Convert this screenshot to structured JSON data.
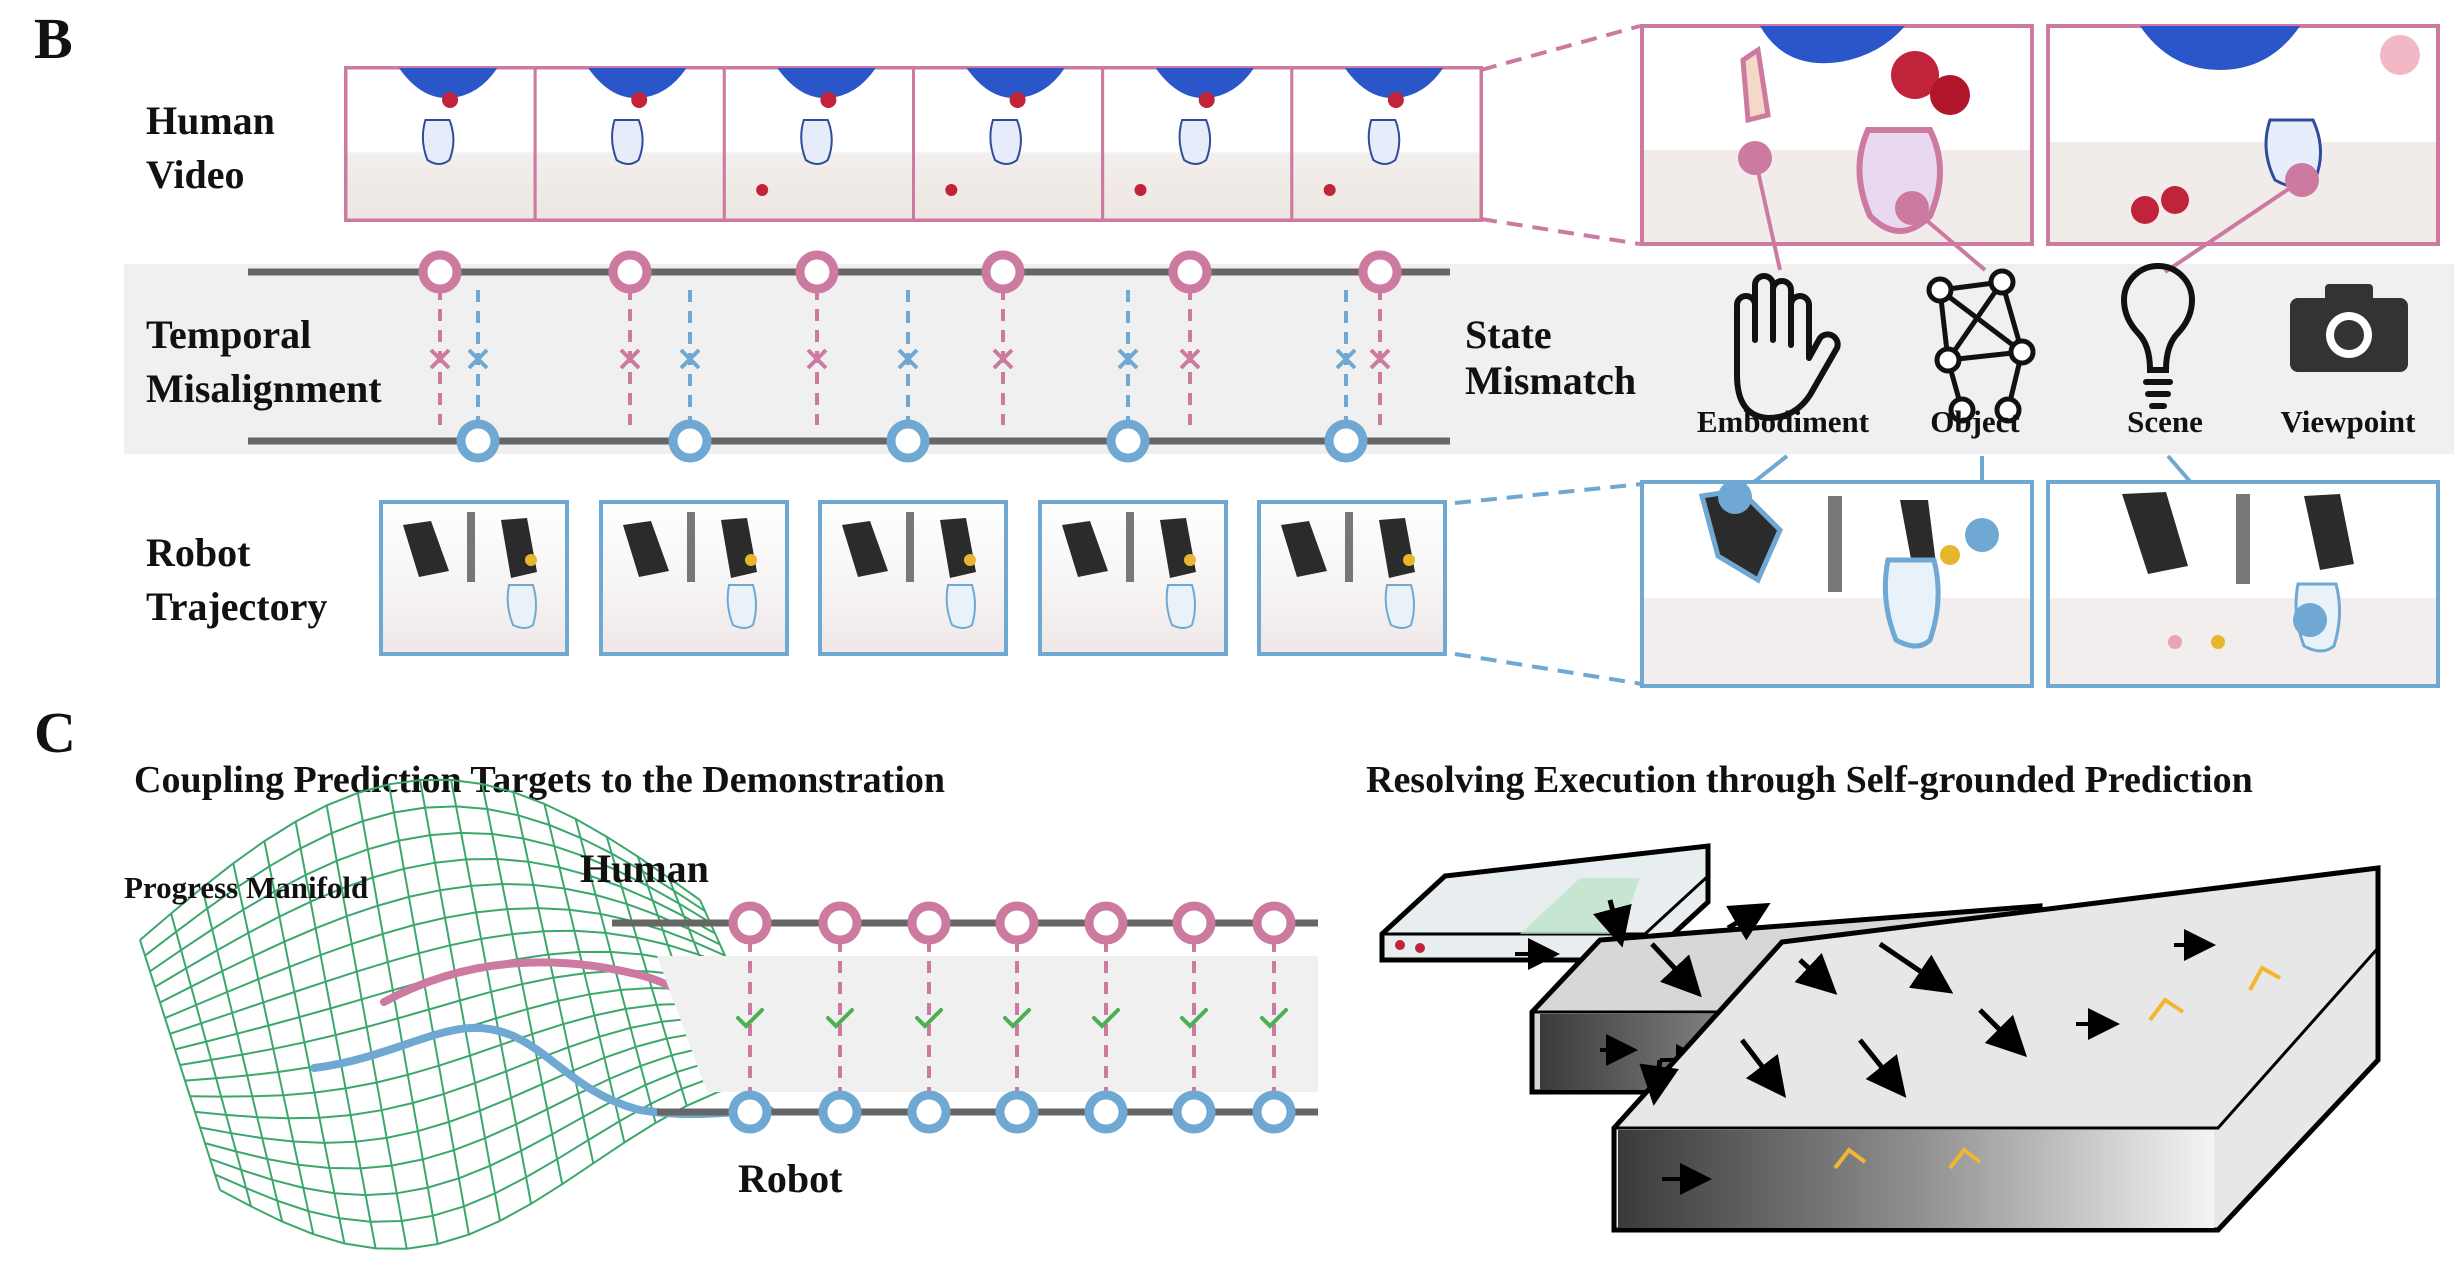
{
  "panel_b": {
    "letter": "B",
    "human_video": [
      "Human",
      "Video"
    ],
    "temporal": [
      "Temporal",
      "Misalignment"
    ],
    "robot_trajectory": [
      "Robot",
      "Trajectory"
    ],
    "state_mismatch": [
      "State",
      "Mismatch"
    ],
    "categories": [
      {
        "label": "Embodiment",
        "icon": "hand-icon"
      },
      {
        "label": "Object",
        "icon": "graph-icon"
      },
      {
        "label": "Scene",
        "icon": "lightbulb-icon"
      },
      {
        "label": "Viewpoint",
        "icon": "camera-icon"
      }
    ]
  },
  "panel_c": {
    "letter": "C",
    "left_title": "Coupling Prediction Targets to the Demonstration",
    "right_title": "Resolving Execution through Self-grounded Prediction",
    "manifold_label": "Progress Manifold",
    "human_label": "Human",
    "robot_label": "Robot"
  },
  "colors": {
    "human": "#cc7aa0",
    "robot": "#6fa8d2",
    "band": "#f0f0f0",
    "check": "#4caf50",
    "mesh": "#3aa86a"
  }
}
